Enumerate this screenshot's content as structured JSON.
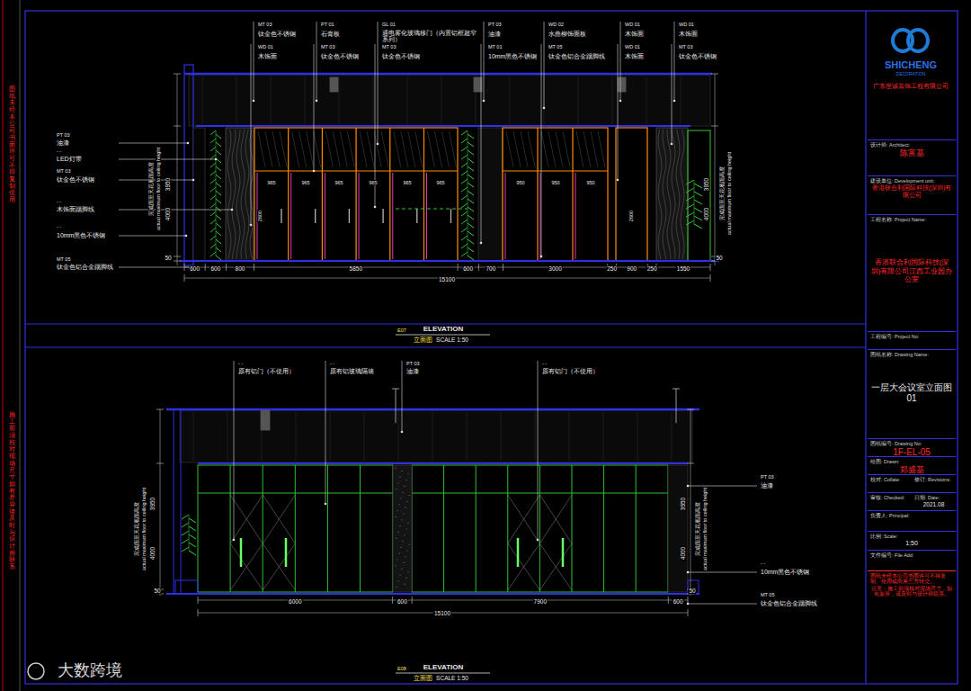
{
  "diagram": {
    "nodes": [
      {
        "text": [
          "设计师: Architect:",
          "陈富基"
        ]
      },
      {
        "text": [
          "建设单位: Development unit:",
          "香港联合利国际科技(深圳)有限公司"
        ]
      },
      {
        "text": [
          "工程名称: Project Name:",
          "香港联合利国际科技(深圳)有限公司江西工业园办公室"
        ]
      },
      {
        "text": [
          "工程编号: Project No:"
        ]
      },
      {
        "text": [
          "图纸名称: Drawing Name:",
          "一层大会议室立面图01"
        ]
      },
      {
        "text": [
          "图纸编号: Drawing No:",
          "1F-EL-05"
        ]
      },
      {
        "text": [
          "绘图: Drawn:",
          "郑盛基"
        ]
      },
      {
        "text": [
          "校对: Collate:"
        ]
      },
      {
        "text": [
          "修订: Revisions:"
        ]
      },
      {
        "text": [
          "审核: Checked:"
        ]
      },
      {
        "text": [
          "日期: Date:",
          "2021.08"
        ]
      },
      {
        "text": [
          "负责人: Principal:"
        ]
      },
      {
        "text": [
          "比例: Scale:",
          "1:50"
        ]
      },
      {
        "text": [
          "文件编号: File Add:"
        ]
      },
      {
        "text": [
          "图纸未经本公司书面许可不得复制、使用或向第三方转交。",
          "注意：施工前须核对现场尺寸，如有差异，请及时与设计师联系。"
        ]
      }
    ],
    "labels": [
      "MT 03",
      "钛金色不锈钢",
      "WD 01",
      "木饰面",
      "PT 01",
      "石膏板",
      "MT 03",
      "钛金色不锈钢",
      "GL 01",
      "通电雾化玻璃移门（内置铝框超窄系列）",
      "MT 03",
      "钛金色不锈钢",
      "PT 03",
      "油漆",
      "MT 01",
      "10mm黑色不锈钢",
      "WD 02",
      "水曲柳饰面板",
      "MT 05",
      "钛金色铝合金踢脚线",
      "WD 01",
      "木饰面",
      "WD 01",
      "木饰面",
      "WD 01",
      "木饰面",
      "MT 03",
      "钛金色不锈钢",
      "PT 03",
      "油漆",
      "- -",
      "LED灯带",
      "MT 03",
      "钛金色不锈钢",
      "- -",
      "木饰面踢脚线",
      "- -",
      "10mm黑色不锈钢",
      "MT 05",
      "钛金色铝合金踢脚线",
      "3950",
      "4000",
      "50",
      "3950",
      "4000",
      "50",
      "完成面至天花底面高度",
      "actual maximum floor to ceiling height",
      "完成面至天花底面高度",
      "actual maximum floor to ceiling height",
      "600",
      "600",
      "800",
      "5850",
      "600",
      "700",
      "3000",
      "250",
      "900",
      "250",
      "1550",
      "15100",
      "965",
      "965",
      "965",
      "965",
      "965",
      "965",
      "950",
      "950",
      "950",
      "2600",
      "2600",
      "E07",
      "ELEVATION",
      "立面图",
      "SCALE 1:50",
      "- -",
      "原有铝门（不使用）",
      "- -",
      "原有铝玻璃隔墙",
      "PT 03",
      "油漆",
      "- -",
      "原有铝门（不使用）",
      "PT 03",
      "油漆",
      "- -",
      "10mm黑色不锈钢",
      "MT 05",
      "钛金色铝合金踢脚线",
      "3950",
      "4000",
      "50",
      "3950",
      "4000",
      "50",
      "完成面至天花底面高度",
      "actual maximum floor to ceiling height",
      "完成面至天花底面高度",
      "actual maximum floor to ceiling height",
      "6000",
      "600",
      "7900",
      "600",
      "15100",
      "E08",
      "ELEVATION",
      "立面图",
      "SCALE 1:50",
      "SHICHENG",
      "DECORATION",
      "广东世诚装饰工程有限公司",
      "图纸未经本公司书面许可不得复制使用",
      "施工前须核对现场尺寸如有差异请及时与设计师联系",
      "大数跨境"
    ]
  }
}
